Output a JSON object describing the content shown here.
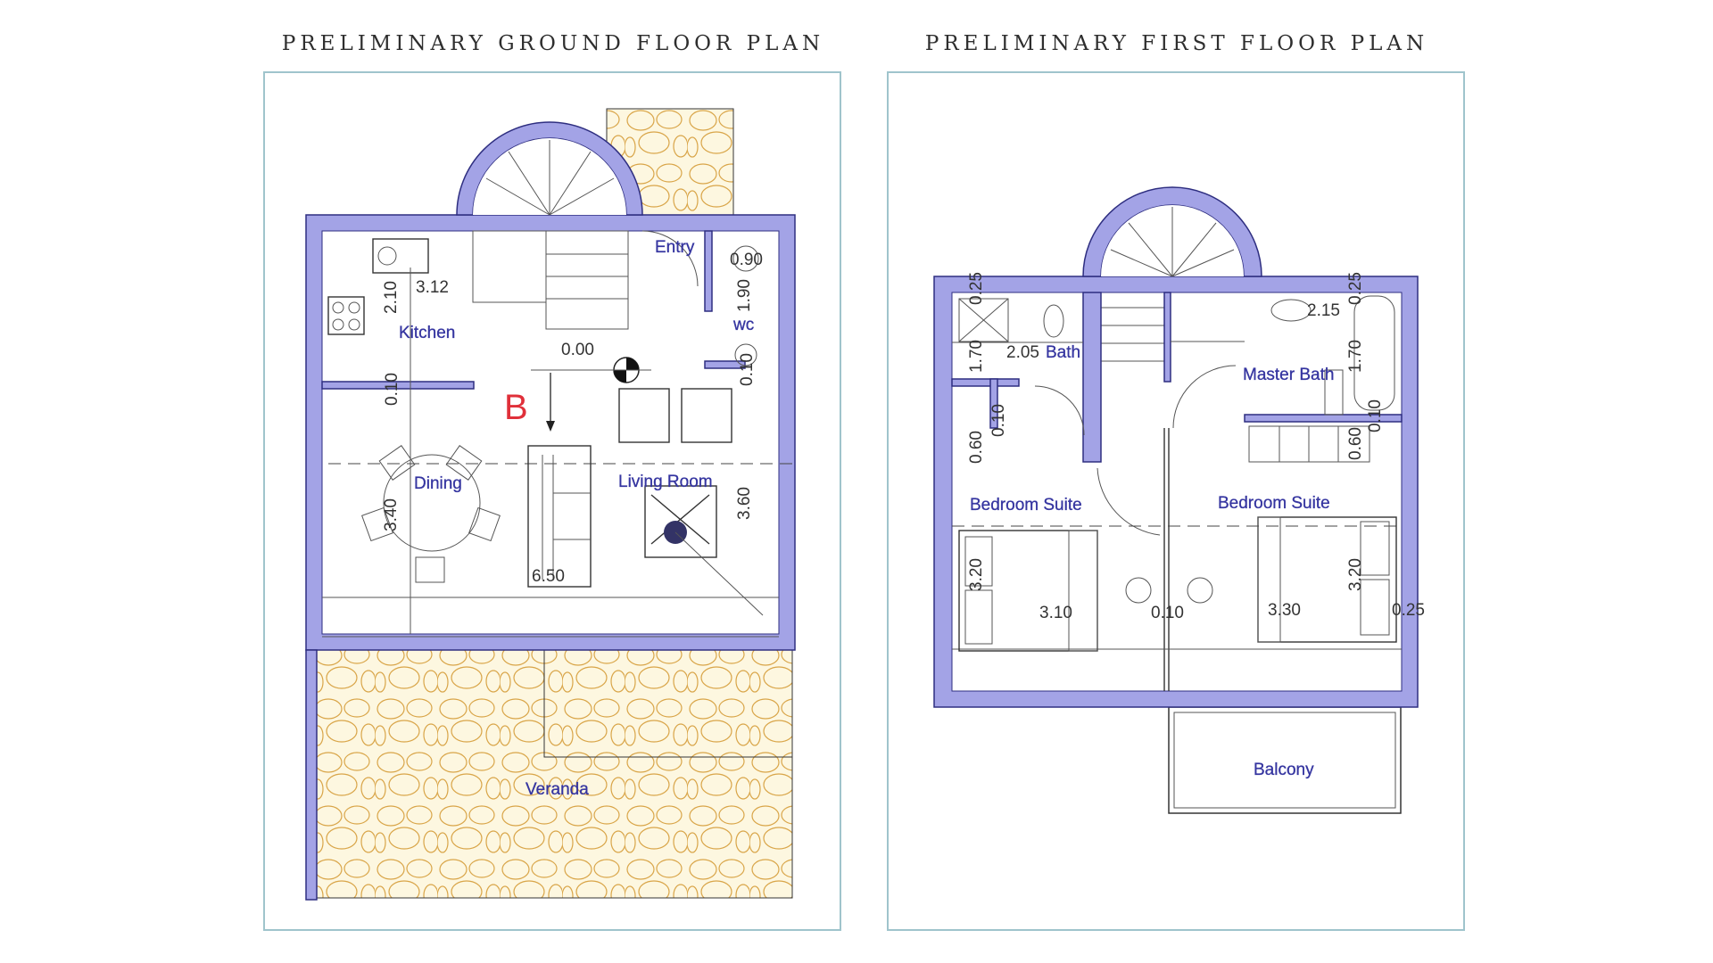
{
  "titles": {
    "ground": "PRELIMINARY GROUND FLOOR PLAN",
    "first": "PRELIMINARY FIRST FLOOR PLAN"
  },
  "ground": {
    "rooms": [
      "Entry",
      "wc",
      "Kitchen",
      "Dining",
      "Living Room",
      "Veranda"
    ],
    "marker": "B",
    "level": "0.00",
    "dims": [
      "0.90",
      "1.90",
      "3.12",
      "2.10",
      "0.10",
      "0.10",
      "3.60",
      "3.40",
      "6.50"
    ]
  },
  "first": {
    "rooms": [
      "Bath",
      "Bedroom Suite",
      "Master Bath",
      "Bedroom Suite",
      "Balcony"
    ],
    "dims": [
      "0.25",
      "1.70",
      "2.05",
      "0.10",
      "0.60",
      "3.20",
      "3.10",
      "0.10",
      "2.15",
      "0.25",
      "1.70",
      "0.10",
      "0.60",
      "3.20",
      "3.30",
      "0.25"
    ]
  },
  "colors": {
    "wall": "#a3a3e6",
    "label": "#3535a0",
    "marker": "#e0303a",
    "frame": "#9fc4cc"
  }
}
